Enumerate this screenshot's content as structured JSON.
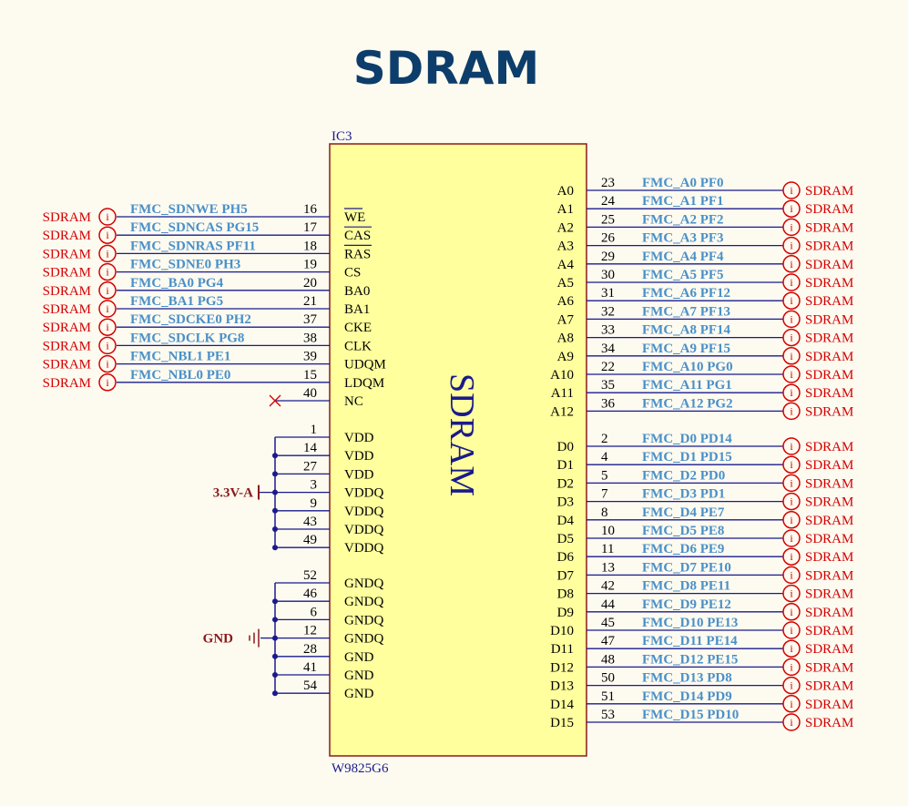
{
  "title": "SDRAM",
  "ic": {
    "designator": "IC3",
    "part": "W9825G6",
    "body_label": "SDRAM"
  },
  "port_label": "SDRAM",
  "port_symbol": "i",
  "left_pins": [
    {
      "num": "16",
      "name": "WE",
      "overline": true,
      "net": "FMC_SDNWE PH5"
    },
    {
      "num": "17",
      "name": "CAS",
      "overline": true,
      "net": "FMC_SDNCAS PG15"
    },
    {
      "num": "18",
      "name": "RAS",
      "overline": true,
      "net": "FMC_SDNRAS PF11"
    },
    {
      "num": "19",
      "name": "CS",
      "overline": false,
      "net": "FMC_SDNE0 PH3"
    },
    {
      "num": "20",
      "name": "BA0",
      "overline": false,
      "net": "FMC_BA0 PG4"
    },
    {
      "num": "21",
      "name": "BA1",
      "overline": false,
      "net": "FMC_BA1 PG5"
    },
    {
      "num": "37",
      "name": "CKE",
      "overline": false,
      "net": "FMC_SDCKE0 PH2"
    },
    {
      "num": "38",
      "name": "CLK",
      "overline": false,
      "net": "FMC_SDCLK PG8"
    },
    {
      "num": "39",
      "name": "UDQM",
      "overline": false,
      "net": "FMC_NBL1 PE1"
    },
    {
      "num": "15",
      "name": "LDQM",
      "overline": false,
      "net": "FMC_NBL0 PE0"
    },
    {
      "num": "40",
      "name": "NC",
      "overline": false,
      "net": ""
    }
  ],
  "power": {
    "label": "3.3V-A",
    "pins": [
      {
        "num": "1",
        "name": "VDD"
      },
      {
        "num": "14",
        "name": "VDD"
      },
      {
        "num": "27",
        "name": "VDD"
      },
      {
        "num": "3",
        "name": "VDDQ"
      },
      {
        "num": "9",
        "name": "VDDQ"
      },
      {
        "num": "43",
        "name": "VDDQ"
      },
      {
        "num": "49",
        "name": "VDDQ"
      }
    ]
  },
  "ground": {
    "label": "GND",
    "pins": [
      {
        "num": "52",
        "name": "GNDQ"
      },
      {
        "num": "46",
        "name": "GNDQ"
      },
      {
        "num": "6",
        "name": "GNDQ"
      },
      {
        "num": "12",
        "name": "GNDQ"
      },
      {
        "num": "28",
        "name": "GND"
      },
      {
        "num": "41",
        "name": "GND"
      },
      {
        "num": "54",
        "name": "GND"
      }
    ]
  },
  "address_pins": [
    {
      "num": "23",
      "name": "A0",
      "net": "FMC_A0 PF0"
    },
    {
      "num": "24",
      "name": "A1",
      "net": "FMC_A1 PF1"
    },
    {
      "num": "25",
      "name": "A2",
      "net": "FMC_A2 PF2"
    },
    {
      "num": "26",
      "name": "A3",
      "net": "FMC_A3 PF3"
    },
    {
      "num": "29",
      "name": "A4",
      "net": "FMC_A4 PF4"
    },
    {
      "num": "30",
      "name": "A5",
      "net": "FMC_A5 PF5"
    },
    {
      "num": "31",
      "name": "A6",
      "net": "FMC_A6 PF12"
    },
    {
      "num": "32",
      "name": "A7",
      "net": "FMC_A7 PF13"
    },
    {
      "num": "33",
      "name": "A8",
      "net": "FMC_A8 PF14"
    },
    {
      "num": "34",
      "name": "A9",
      "net": "FMC_A9 PF15"
    },
    {
      "num": "22",
      "name": "A10",
      "net": "FMC_A10 PG0"
    },
    {
      "num": "35",
      "name": "A11",
      "net": "FMC_A11 PG1"
    },
    {
      "num": "36",
      "name": "A12",
      "net": "FMC_A12 PG2"
    }
  ],
  "data_pins": [
    {
      "num": "2",
      "name": "D0",
      "net": "FMC_D0 PD14"
    },
    {
      "num": "4",
      "name": "D1",
      "net": "FMC_D1 PD15"
    },
    {
      "num": "5",
      "name": "D2",
      "net": "FMC_D2 PD0"
    },
    {
      "num": "7",
      "name": "D3",
      "net": "FMC_D3 PD1"
    },
    {
      "num": "8",
      "name": "D4",
      "net": "FMC_D4 PE7"
    },
    {
      "num": "10",
      "name": "D5",
      "net": "FMC_D5 PE8"
    },
    {
      "num": "11",
      "name": "D6",
      "net": "FMC_D6 PE9"
    },
    {
      "num": "13",
      "name": "D7",
      "net": "FMC_D7 PE10"
    },
    {
      "num": "42",
      "name": "D8",
      "net": "FMC_D8 PE11"
    },
    {
      "num": "44",
      "name": "D9",
      "net": "FMC_D9 PE12"
    },
    {
      "num": "45",
      "name": "D10",
      "net": "FMC_D10 PE13"
    },
    {
      "num": "47",
      "name": "D11",
      "net": "FMC_D11 PE14"
    },
    {
      "num": "48",
      "name": "D12",
      "net": "FMC_D12 PE15"
    },
    {
      "num": "50",
      "name": "D13",
      "net": "FMC_D13 PD8"
    },
    {
      "num": "51",
      "name": "D14",
      "net": "FMC_D14 PD9"
    },
    {
      "num": "53",
      "name": "D15",
      "net": "FMC_D15 PD10"
    }
  ],
  "colors": {
    "title": "#0d3d6b",
    "ic_fill": "#ffff9e",
    "ic_border": "#8b1a1a",
    "wire": "#1a1a8c",
    "net_label": "#4a90c8",
    "port": "#d40000",
    "power": "#8b1a1a"
  }
}
